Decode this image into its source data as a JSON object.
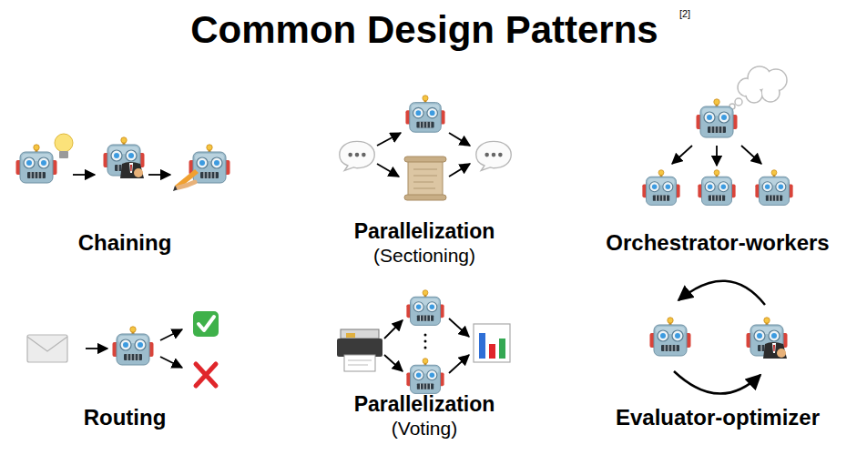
{
  "diagram": {
    "title": "Common Design Patterns",
    "labels": [
      "[2]",
      "Chaining",
      "Parallelization",
      "(Sectioning)",
      "Orchestrator-workers",
      "Routing",
      "Parallelization",
      "(Voting)",
      "Evaluator-optimizer"
    ]
  }
}
